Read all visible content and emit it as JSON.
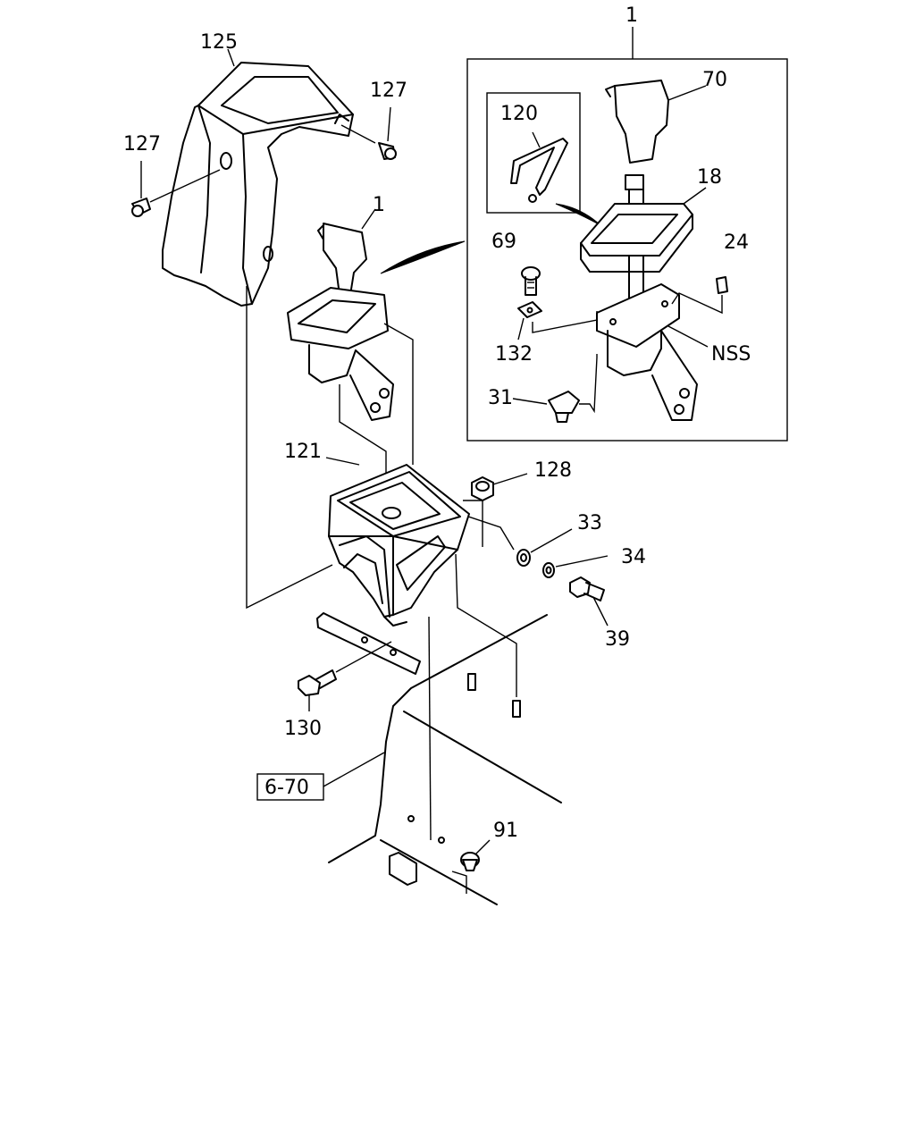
{
  "callouts": {
    "assembly": "1",
    "kit_shift_lever": "1",
    "cover": "125",
    "clip_right": "127",
    "clip_left": "127",
    "knob": "70",
    "spring_clip": "120",
    "indicator": "18",
    "screw": "69",
    "pin": "24",
    "plate": "132",
    "nss": "NSS",
    "switch": "31",
    "bracket": "121",
    "nut": "128",
    "washer": "33",
    "lock_washer": "34",
    "bolt": "39",
    "bracket_bolt": "130",
    "ref_box": "6-70",
    "plug": "91"
  }
}
